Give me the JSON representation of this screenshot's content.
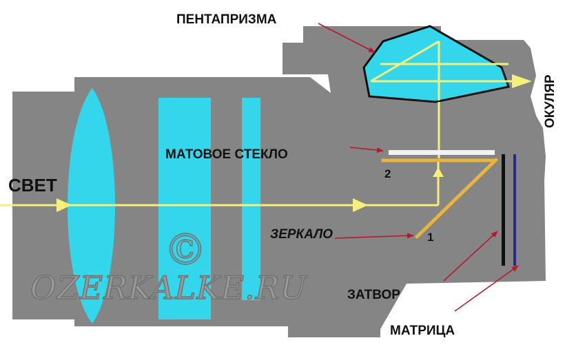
{
  "labels": {
    "pentaprism": "ПЕНТАПРИЗМА",
    "eyepiece": "ОКУЛЯР",
    "light": "СВЕТ",
    "ground_glass": "МАТОВОЕ СТЕКЛО",
    "mirror": "ЗЕРКАЛО",
    "shutter": "ЗАТВОР",
    "sensor": "МАТРИЦА",
    "mirror_pos_2": "2",
    "mirror_pos_1": "1"
  },
  "watermark": {
    "symbol": "©",
    "text": "OZERKALKE.RU"
  },
  "colors": {
    "body": "#858585",
    "glass": "#33d6ea",
    "light_ray": "#f6f07a",
    "mirror": "#e9b43c",
    "pointer_arrow": "#b8182a",
    "ground_glass": "#f2f2f2",
    "shutter": "#111111",
    "sensor": "#2b2a8a"
  }
}
